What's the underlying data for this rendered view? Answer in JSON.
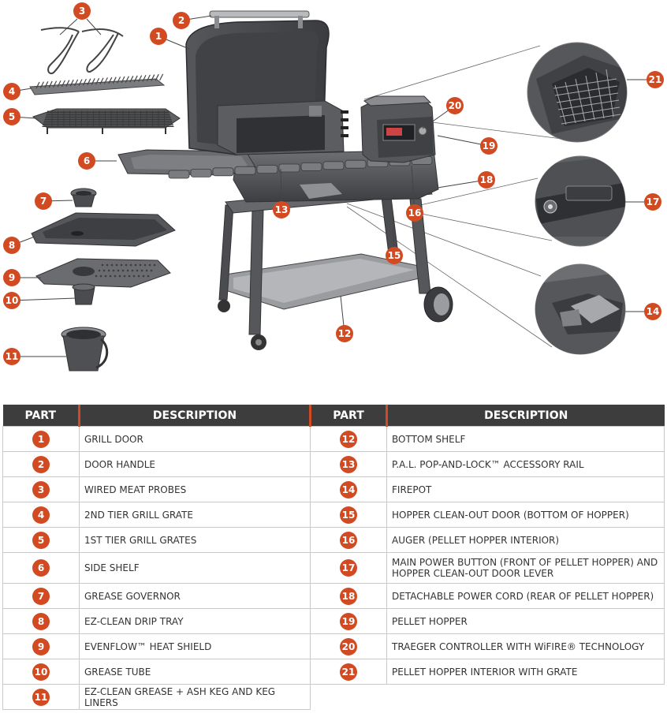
{
  "colors": {
    "accent": "#d24a22",
    "header_bg": "#3d3d3d",
    "grill": "#5a5c60",
    "grill_dark": "#34363a",
    "grill_light": "#8b8d91"
  },
  "callouts": [
    "1",
    "2",
    "3",
    "4",
    "5",
    "6",
    "7",
    "8",
    "9",
    "10",
    "11",
    "12",
    "13",
    "14",
    "15",
    "16",
    "17",
    "18",
    "19",
    "20",
    "21"
  ],
  "table": {
    "headers": [
      "PART",
      "DESCRIPTION",
      "PART",
      "DESCRIPTION"
    ],
    "rows": [
      {
        "left": {
          "num": "1",
          "desc": "GRILL DOOR"
        },
        "right": {
          "num": "12",
          "desc": "BOTTOM SHELF"
        }
      },
      {
        "left": {
          "num": "2",
          "desc": "DOOR HANDLE"
        },
        "right": {
          "num": "13",
          "desc": "P.A.L. POP-AND-LOCK™ ACCESSORY RAIL"
        }
      },
      {
        "left": {
          "num": "3",
          "desc": "WIRED MEAT PROBES"
        },
        "right": {
          "num": "14",
          "desc": "FIREPOT"
        }
      },
      {
        "left": {
          "num": "4",
          "desc": "2ND TIER GRILL GRATE"
        },
        "right": {
          "num": "15",
          "desc": "HOPPER CLEAN-OUT DOOR (BOTTOM OF HOPPER)"
        }
      },
      {
        "left": {
          "num": "5",
          "desc": "1ST TIER GRILL GRATES"
        },
        "right": {
          "num": "16",
          "desc": "AUGER (PELLET HOPPER INTERIOR)"
        }
      },
      {
        "left": {
          "num": "6",
          "desc": "SIDE SHELF"
        },
        "right": {
          "num": "17",
          "desc": "MAIN POWER BUTTON (FRONT OF PELLET HOPPER) AND HOPPER CLEAN-OUT DOOR LEVER"
        }
      },
      {
        "left": {
          "num": "7",
          "desc": "GREASE GOVERNOR"
        },
        "right": {
          "num": "18",
          "desc": "DETACHABLE POWER CORD (REAR OF PELLET HOPPER)"
        }
      },
      {
        "left": {
          "num": "8",
          "desc": "EZ-CLEAN DRIP TRAY"
        },
        "right": {
          "num": "19",
          "desc": "PELLET HOPPER"
        }
      },
      {
        "left": {
          "num": "9",
          "desc": "EVENFLOW™ HEAT SHIELD"
        },
        "right": {
          "num": "20",
          "desc": "TRAEGER CONTROLLER WITH WiFIRE® TECHNOLOGY"
        }
      },
      {
        "left": {
          "num": "10",
          "desc": "GREASE TUBE"
        },
        "right": {
          "num": "21",
          "desc": "PELLET HOPPER INTERIOR WITH GRATE"
        }
      },
      {
        "left": {
          "num": "11",
          "desc": "EZ-CLEAN GREASE + ASH KEG AND KEG LINERS"
        },
        "right": null
      }
    ]
  }
}
